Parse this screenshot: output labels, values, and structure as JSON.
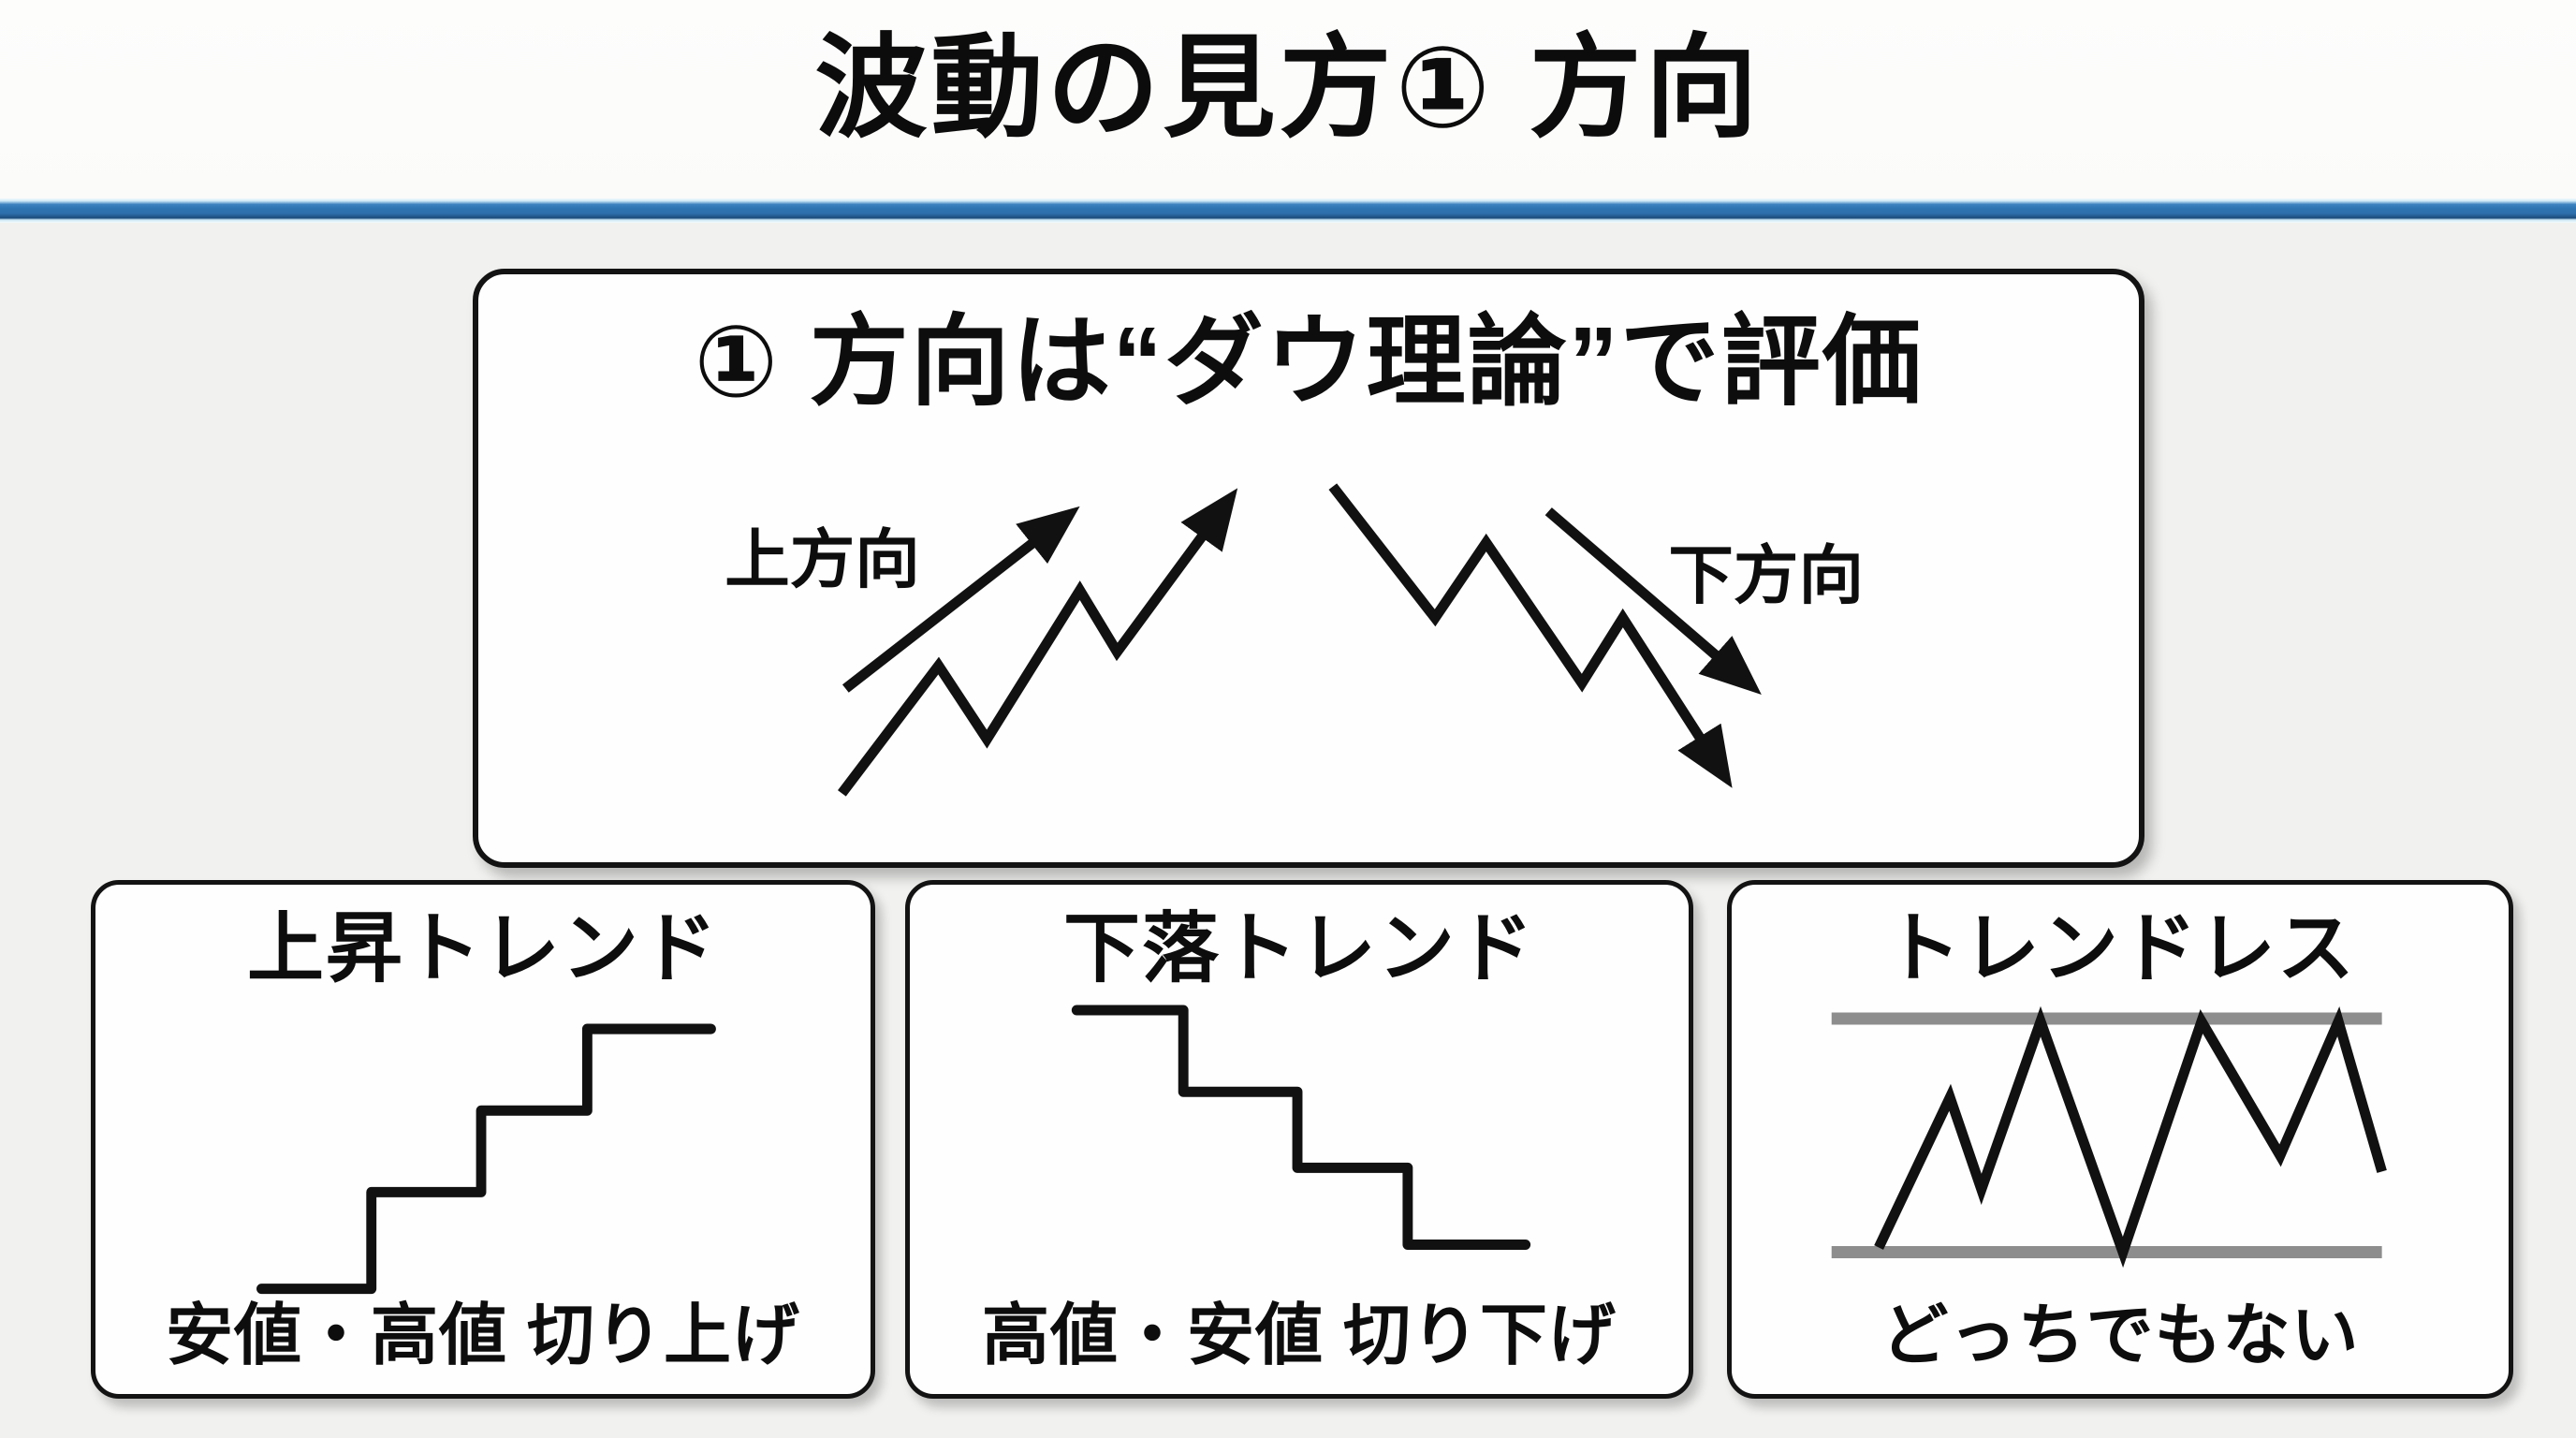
{
  "page": {
    "title": "波動の見方① 方向",
    "background_color": "#f1f1ef",
    "accent_color": "#2e74b2",
    "line_color": "#111111",
    "range_line_color": "#8d8d8d"
  },
  "main_panel": {
    "heading": "① 方向は“ダウ理論”で評価",
    "up_arrow_label": "上方向",
    "down_arrow_label": "下方向"
  },
  "trend_panels": [
    {
      "title": "上昇トレンド",
      "caption": "安値・高値 切り上げ",
      "pattern": "staircase-up"
    },
    {
      "title": "下落トレンド",
      "caption": "高値・安値 切り下げ",
      "pattern": "staircase-down"
    },
    {
      "title": "トレンドレス",
      "caption": "どっちでもない",
      "pattern": "zigzag-in-range"
    }
  ]
}
